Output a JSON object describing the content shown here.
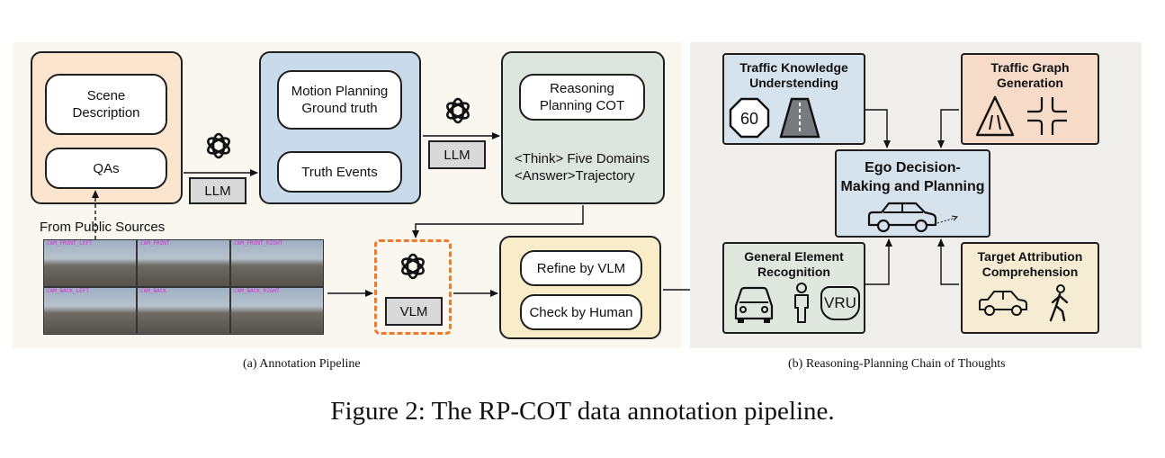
{
  "panel_a": {
    "sources_box": {
      "scene_description": "Scene\nDescription",
      "qas": "QAs"
    },
    "from_public_sources": "From Public Sources",
    "llm1": "LLM",
    "truth_box": {
      "motion_planning": "Motion Planning\nGround truth",
      "truth_events": "Truth Events"
    },
    "llm2": "LLM",
    "cot_box": {
      "reasoning": "Reasoning\nPlanning COT",
      "think": "<Think> Five Domains",
      "answer": "<Answer>Trajectory"
    },
    "vlm": "VLM",
    "refine_box": {
      "refine": "Refine by VLM",
      "check": "Check by Human"
    },
    "camera_labels": [
      "CAM_FRONT_LEFT",
      "CAM_FRONT",
      "CAM_FRONT_RIGHT",
      "CAM_BACK_LEFT",
      "CAM_BACK",
      "CAM_BACK_RIGHT"
    ],
    "caption": "(a) Annotation Pipeline"
  },
  "panel_b": {
    "traffic_knowledge": "Traffic Knowledge\nUnderstending",
    "speed_sign": "60",
    "traffic_graph": "Traffic Graph\nGeneration",
    "ego": "Ego Decision-\nMaking and Planning",
    "general_element": "General Element\nRecognition",
    "vru": "VRU",
    "target_attribution": "Target Attribution\nComprehension",
    "caption": "(b) Reasoning-Planning Chain of Thoughts"
  },
  "figure_caption": "Figure 2: The RP-COT data annotation pipeline.",
  "colors": {
    "panel_bg": "#faf6f0",
    "orange_fill": "#fbe5cf",
    "blue_fill": "#c9dbea",
    "green_fill": "#dde6de",
    "yellow_fill": "#f8ecc9",
    "dashed_orange": "#ee7a2a",
    "b_blue": "#d6e2ec",
    "b_peach": "#f6dcc8",
    "b_green": "#dfe7df",
    "b_yellow": "#f6ecd4"
  },
  "icons": [
    "openai-logo-icon",
    "speed-limit-sign-icon",
    "road-icon",
    "warning-sign-icon",
    "intersection-icon",
    "car-icon",
    "pedestrian-icon"
  ]
}
